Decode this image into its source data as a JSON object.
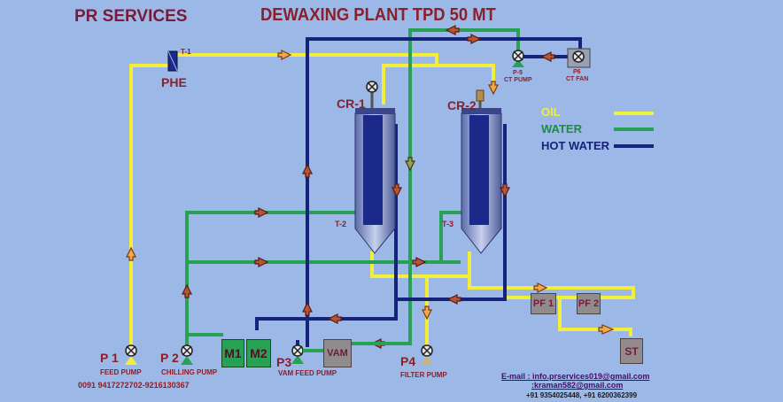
{
  "header": {
    "brand": "PR SERVICES",
    "title": "DEWAXING PLANT  TPD 50 MT"
  },
  "equipment": {
    "phe": "PHE",
    "t1": "T-1",
    "t2": "T-2",
    "t3": "T-3",
    "cr1": "CR-1",
    "cr2": "CR-2",
    "p5": "P-5",
    "p5_desc": "CT PUMP",
    "p6": "P6",
    "p6_desc": "CT FAN",
    "m1": "M1",
    "m2": "M2",
    "vam": "VAM",
    "pf1": "PF 1",
    "pf2": "PF 2",
    "st": "ST"
  },
  "pumps": {
    "p1": "P 1",
    "p1_desc": "FEED PUMP",
    "p2": "P 2",
    "p2_desc": "CHILLING PUMP",
    "p3": "P3",
    "p3_desc": "VAM FEED PUMP",
    "p4": "P4",
    "p4_desc": "FILTER PUMP"
  },
  "legend": {
    "oil": "OIL",
    "water": "WATER",
    "hot_water": "HOT WATER"
  },
  "colors": {
    "oil": "#f2ee3a",
    "water": "#27a153",
    "hot_water": "#16237a",
    "background": "#9cb8e6"
  },
  "contact": {
    "phone": "0091 9417272702-9216130367",
    "email1": "E-mail : info.prservices019@gmail.com",
    "email2": ":kraman582@gmail.com",
    "phone2": "+91 9354025448,  +91 6200362399"
  }
}
